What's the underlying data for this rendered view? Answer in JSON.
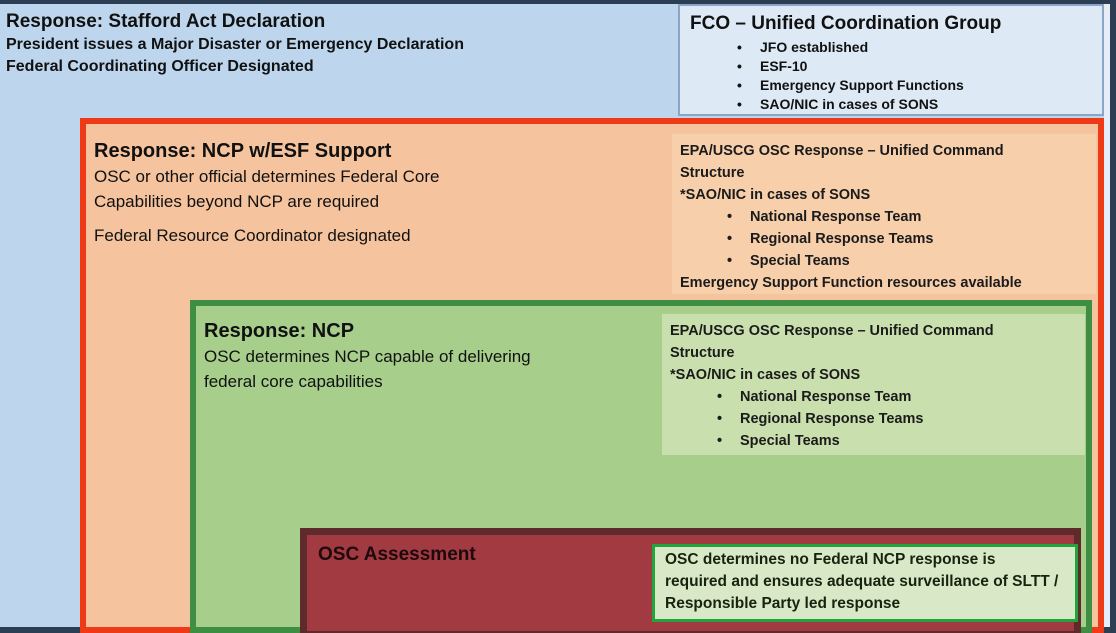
{
  "stafford": {
    "title": "Response: Stafford Act Declaration",
    "line1": "President issues a Major Disaster or Emergency Declaration",
    "line2": "Federal Coordinating Officer Designated"
  },
  "fco_box": {
    "title": "FCO – Unified Coordination Group",
    "bullets": [
      "JFO established",
      "ESF-10",
      "Emergency Support Functions",
      "SAO/NIC in cases of SONS"
    ]
  },
  "ncp_esf": {
    "title": "Response: NCP w/ESF Support",
    "body1": "OSC or other official determines Federal Core Capabilities beyond NCP are required",
    "body2": "Federal Resource Coordinator designated",
    "panel": {
      "line1": "EPA/USCG OSC Response – Unified Command Structure",
      "line2": "*SAO/NIC in cases of SONS",
      "bullets": [
        "National Response Team",
        "Regional Response Teams",
        "Special Teams"
      ],
      "footer": "Emergency Support Function resources available"
    }
  },
  "ncp": {
    "title": "Response: NCP",
    "body": "OSC determines NCP capable of delivering federal core capabilities",
    "panel": {
      "line1": "EPA/USCG OSC Response – Unified Command Structure",
      "line2": "*SAO/NIC in cases of SONS",
      "bullets": [
        "National Response Team",
        "Regional Response Teams",
        "Special Teams"
      ]
    }
  },
  "osc_assessment": {
    "title": "OSC Assessment",
    "note": "OSC determines no Federal NCP response is required and ensures adequate surveillance of SLTT / Responsible Party led response"
  },
  "colors": {
    "background_blue": "#bdd6ed",
    "frame_navy": "#2b3e54",
    "fco_fill": "#dde9f4",
    "fco_border": "#8aa5c6",
    "orange_fill": "#f5c39d",
    "orange_panel_fill": "#f8cfab",
    "orange_border": "#ee3a17",
    "green_fill": "#a7cf8b",
    "green_panel_fill": "#c9e0ae",
    "green_border": "#3e8e44",
    "red_fill": "#a23a42",
    "red_border": "#5f2a2c",
    "inset_fill": "#d9e9c7",
    "inset_border": "#21a43c"
  }
}
